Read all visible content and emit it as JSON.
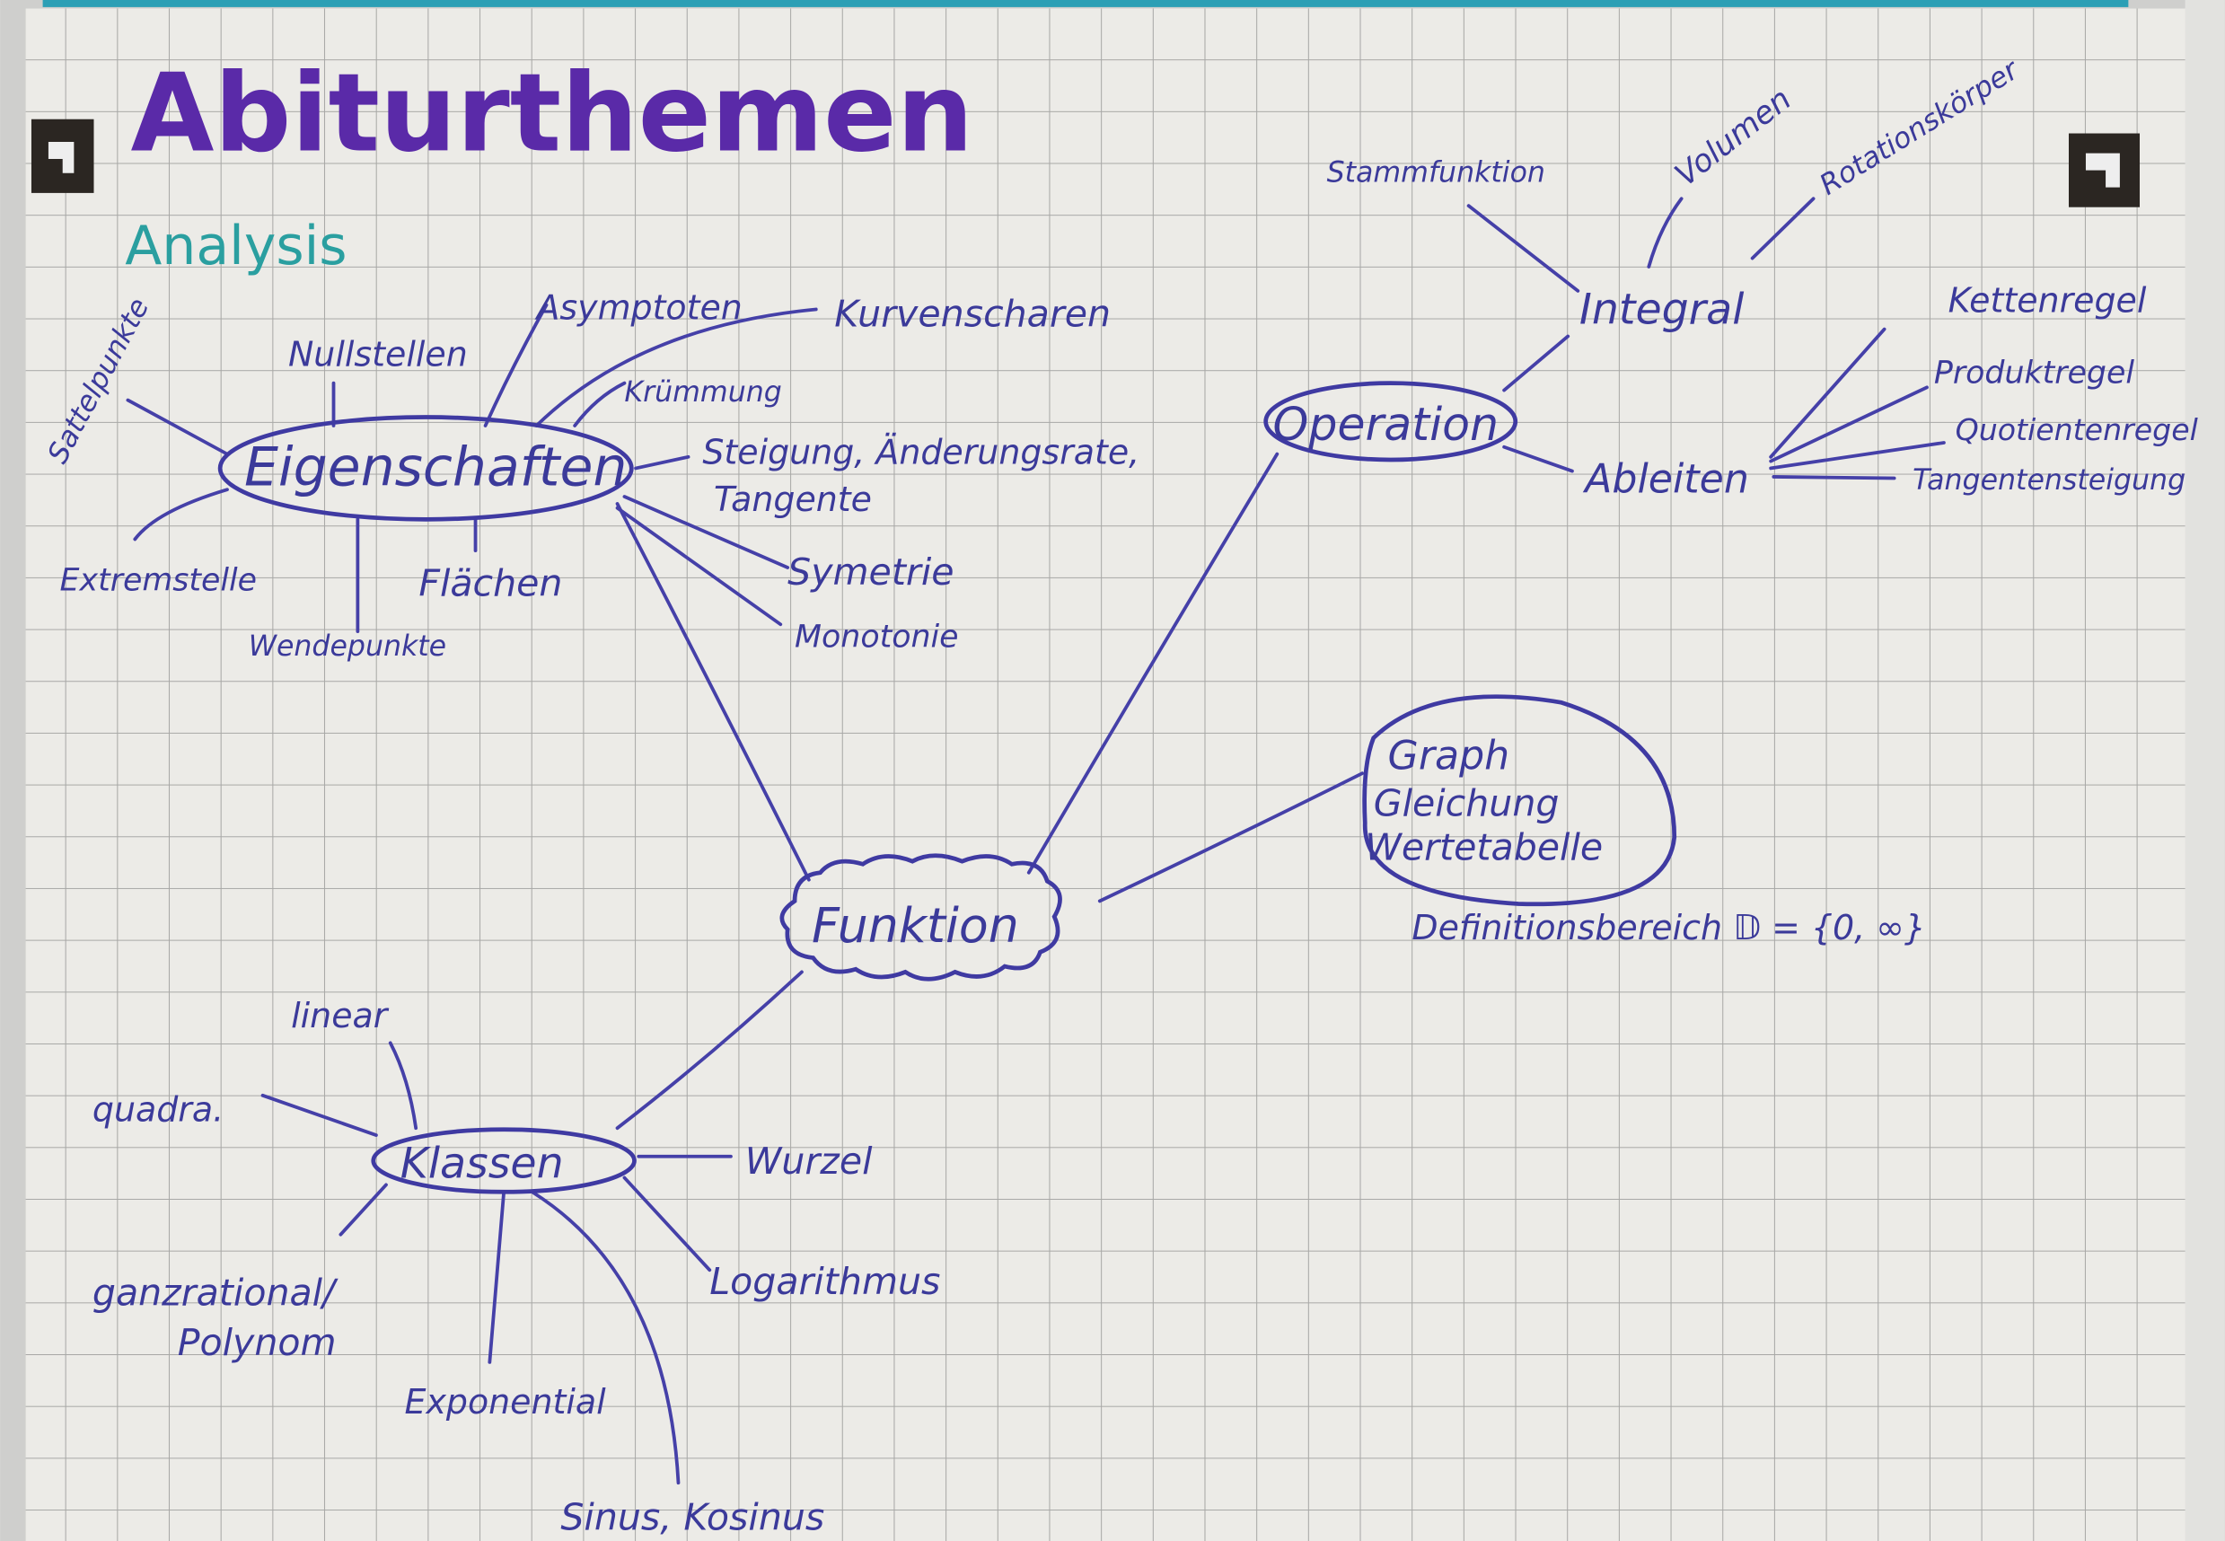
{
  "title": "Abiturthemen",
  "subtitle": "Analysis",
  "colors": {
    "title": "#5a2aa8",
    "subtitle": "#2a9fa0",
    "ink": "#3b3a9a",
    "paper": "#ecebe7",
    "grid": "#a8a8a6"
  },
  "eigenschaften": {
    "label": "Eigenschaften",
    "children": [
      "Sattelpunkte",
      "Nullstellen",
      "Asymptoten",
      "Kurvenscharen",
      "Krümmung",
      "Steigung, Änderungsrate,",
      "Tangente",
      "Symetrie",
      "Monotonie",
      "Flächen",
      "Wendepunkte",
      "Extremstelle"
    ]
  },
  "operation": {
    "label": "Operation",
    "integral": {
      "label": "Integral",
      "children": [
        "Stammfunktion",
        "Volumen",
        "Rotationskörper"
      ]
    },
    "ableiten": {
      "label": "Ableiten",
      "children": [
        "Kettenregel",
        "Produktregel",
        "Quotientenregel",
        "Tangentensteigung"
      ]
    }
  },
  "funktion": {
    "label": "Funktion"
  },
  "darstellung": {
    "lines": [
      "Graph",
      "Gleichung",
      "Wertetabelle"
    ],
    "note": "Definitionsbereich 𝔻 = {0, ∞}"
  },
  "klassen": {
    "label": "Klassen",
    "children": [
      "linear",
      "quadra.",
      "Wurzel",
      "Logarithmus",
      "ganzrational/",
      "Polynom",
      "Exponential",
      "Sinus, Kosinus"
    ]
  }
}
